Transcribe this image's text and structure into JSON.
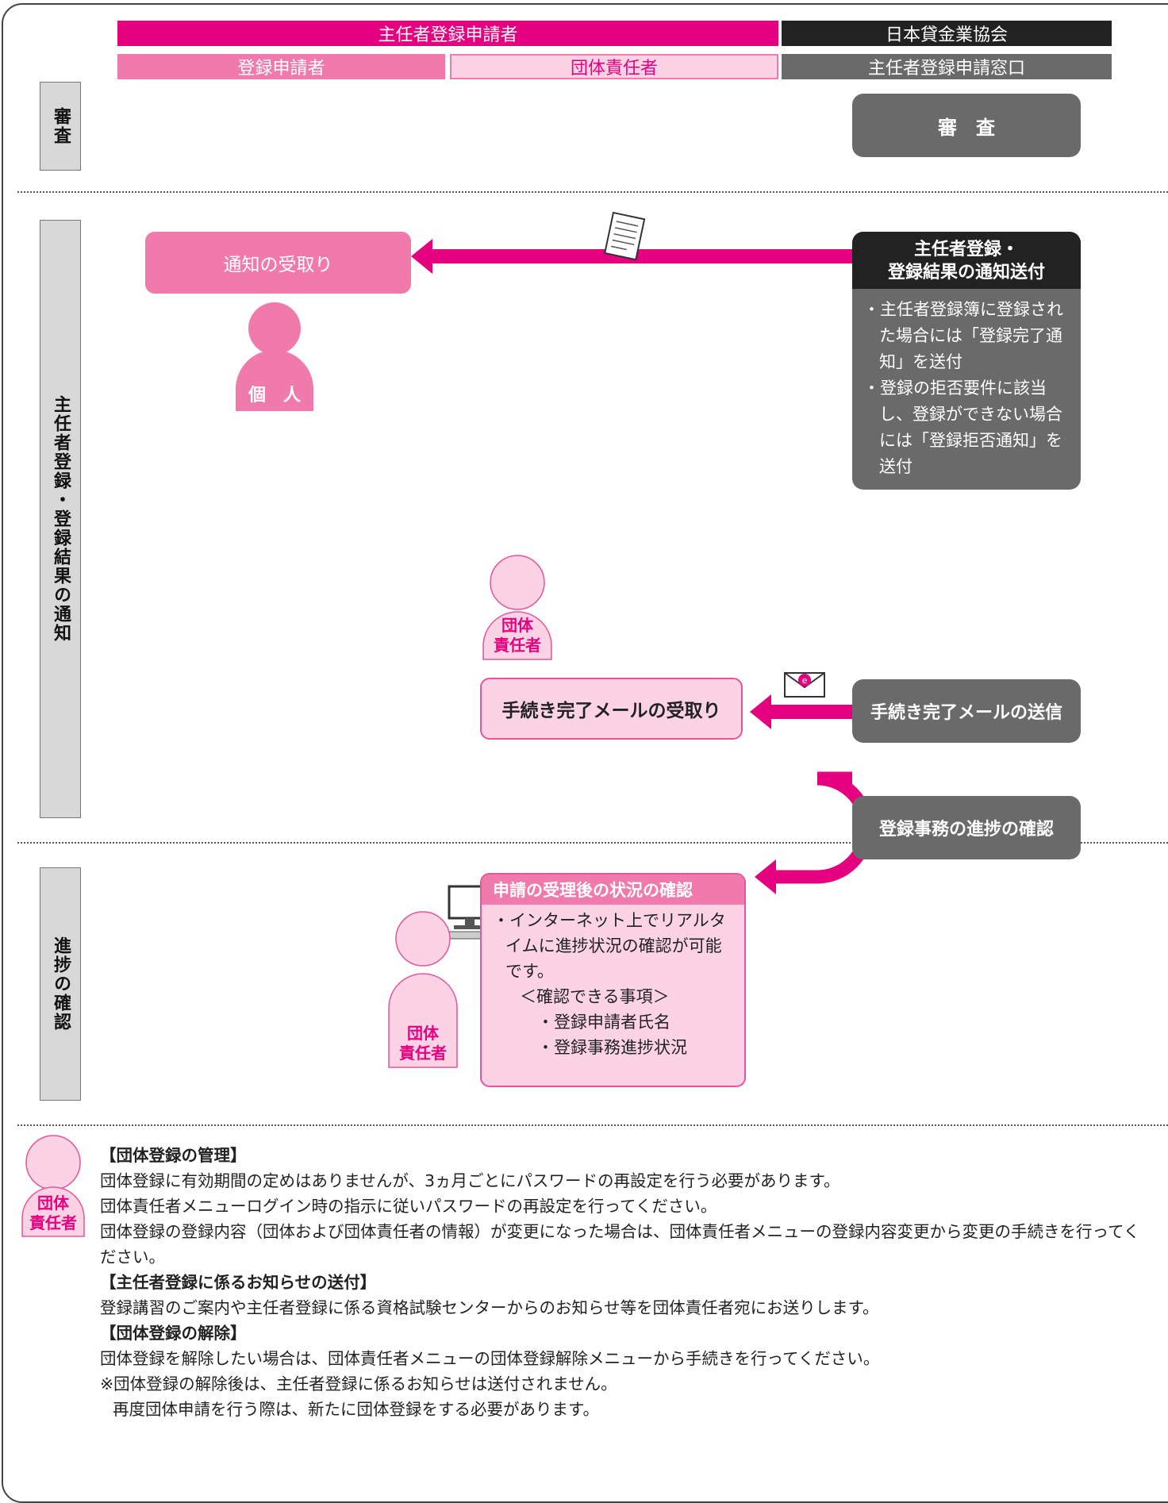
{
  "header": {
    "applicant_group": "主任者登録申請者",
    "association": "日本貸金業協会",
    "col_registrant": "登録申請者",
    "col_group_manager": "団体責任者",
    "col_window": "主任者登録申請窓口"
  },
  "sections": {
    "review_label": "審査",
    "notify_label": "主任者登録・登録結果の通知",
    "progress_label": "進捗の確認"
  },
  "review_box": "審　査",
  "receive_notice": "通知の受取り",
  "person_individual": "個　人",
  "send_notice": {
    "title_line1": "主任者登録・",
    "title_line2": "登録結果の通知送付",
    "bullets": [
      "・主任者登録簿に登録された場合には「登録完了通知」を送付",
      "・登録の拒否要件に該当し、登録ができない場合には「登録拒否通知」を送付"
    ]
  },
  "group_manager_label1": "団体",
  "group_manager_label2": "責任者",
  "receive_mail": "手続き完了メールの受取り",
  "send_mail": "手続き完了メールの送信",
  "status_check": {
    "title": "申請の受理後の状況の確認",
    "line1": "・インターネット上でリアルタイムに進捗状況の確認が可能です。",
    "sub_title": "＜確認できる事項＞",
    "items": [
      "・登録申請者氏名",
      "・登録事務進捗状況"
    ]
  },
  "progress_box": "登録事務の進捗の確認",
  "notes": {
    "h1": "【団体登録の管理】",
    "p1": "団体登録に有効期間の定めはありませんが、3ヵ月ごとにパスワードの再設定を行う必要があります。",
    "p2": "団体責任者メニューログイン時の指示に従いパスワードの再設定を行ってください。",
    "p3": "団体登録の登録内容（団体および団体責任者の情報）が変更になった場合は、団体責任者メニューの登録内容変更から変更の手続きを行ってください。",
    "h2": "【主任者登録に係るお知らせの送付】",
    "p4": "登録講習のご案内や主任者登録に係る資格試験センターからのお知らせ等を団体責任者宛にお送りします。",
    "h3": "【団体登録の解除】",
    "p5": "団体登録を解除したい場合は、団体責任者メニューの団体登録解除メニューから手続きを行ってください。",
    "p6": "※団体登録の解除後は、主任者登録に係るお知らせは送付されません。",
    "p7": "再度団体申請を行う際は、新たに団体登録をする必要があります。"
  },
  "colors": {
    "magenta": "#e5007f",
    "pink_mid": "#f07aab",
    "pink_light": "#fbd3e5",
    "dark": "#222222",
    "gray": "#6a6a6a"
  },
  "icons": [
    "document-icon",
    "mail-icon",
    "computer-icon",
    "person-icon"
  ]
}
